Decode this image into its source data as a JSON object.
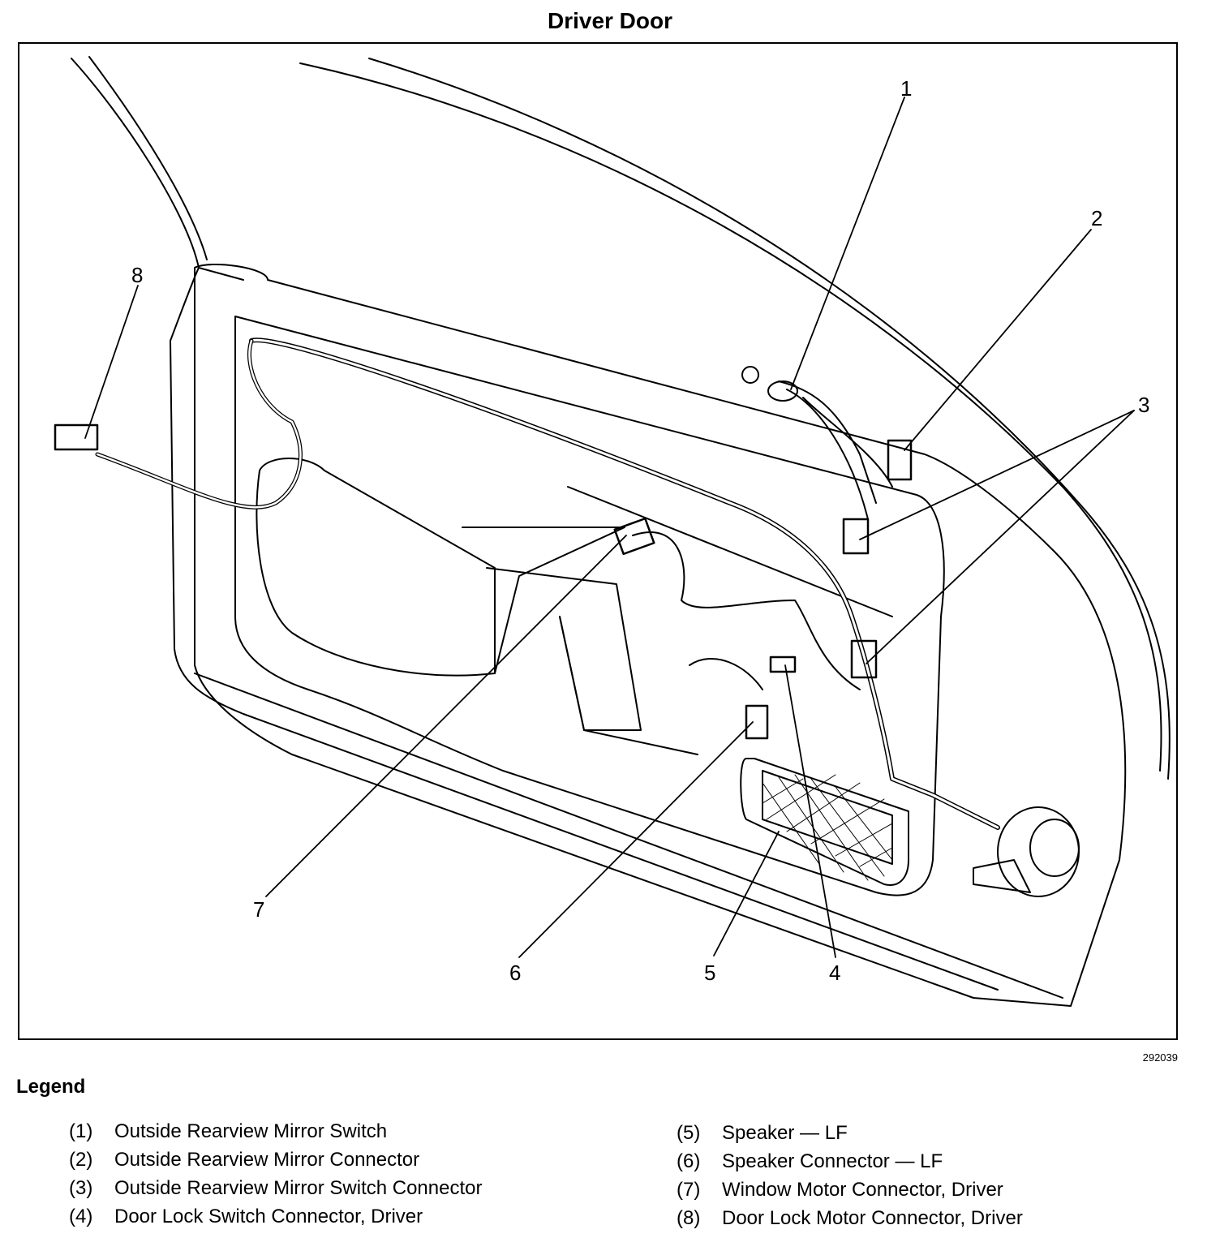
{
  "title": "Driver Door",
  "figure_id": "292039",
  "legend_title": "Legend",
  "callouts": [
    "1",
    "2",
    "3",
    "4",
    "5",
    "6",
    "7",
    "8"
  ],
  "legend": [
    {
      "num": "(1)",
      "text": "Outside Rearview Mirror Switch"
    },
    {
      "num": "(2)",
      "text": "Outside Rearview Mirror Connector"
    },
    {
      "num": "(3)",
      "text": "Outside Rearview Mirror Switch Connector"
    },
    {
      "num": "(4)",
      "text": "Door Lock Switch Connector, Driver"
    },
    {
      "num": "(5)",
      "text": "Speaker — LF"
    },
    {
      "num": "(6)",
      "text": "Speaker Connector — LF"
    },
    {
      "num": "(7)",
      "text": "Window Motor Connector, Driver"
    },
    {
      "num": "(8)",
      "text": "Door Lock Motor Connector, Driver"
    }
  ]
}
